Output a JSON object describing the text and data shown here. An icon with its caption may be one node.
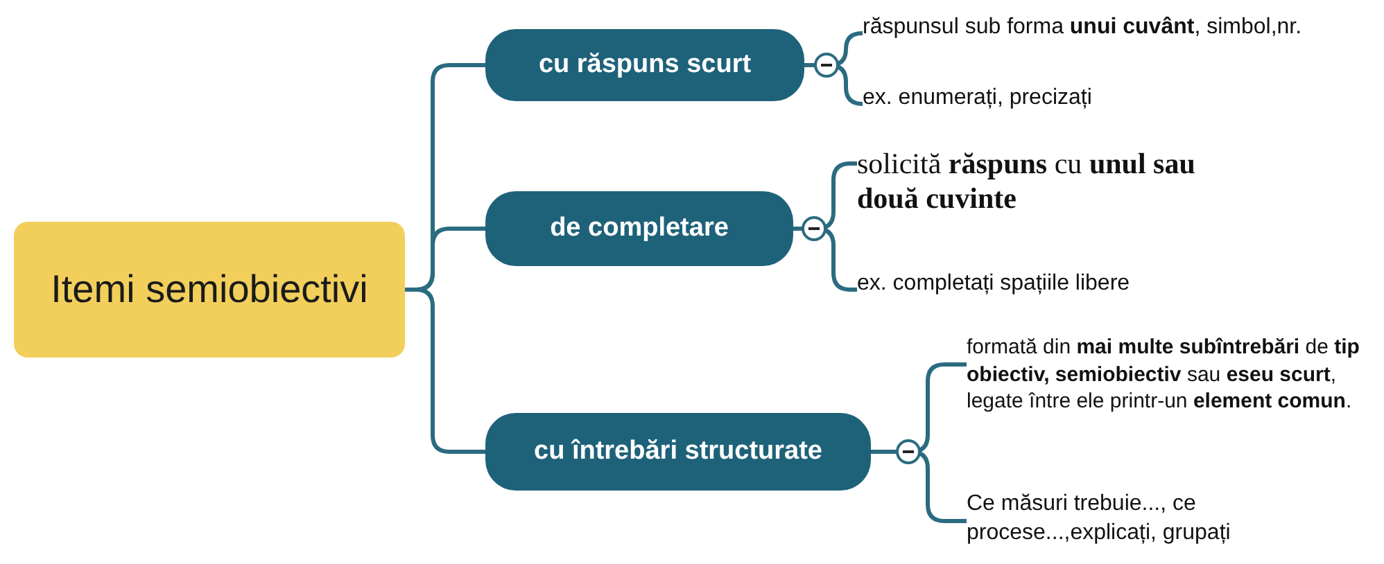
{
  "diagram": {
    "nodes": [
      {
        "text": [
          "Itemi semiobiectivi"
        ]
      },
      {
        "text": [
          "cu răspuns scurt"
        ]
      },
      {
        "text": [
          "de completare"
        ]
      },
      {
        "text": [
          "cu întrebări structurate"
        ]
      },
      {
        "text": [
          "răspunsul sub forma **unui cuvânt**, simbol,nr."
        ]
      },
      {
        "text": [
          "ex. enumerați, precizați"
        ]
      },
      {
        "text": [
          "solicită  **răspuns** cu **unul sau două cuvinte**"
        ]
      },
      {
        "text": [
          "ex. completați spațiile libere"
        ]
      },
      {
        "text": [
          "formată din **mai multe subîntrebări** de **tip obiectiv, semiobiectiv** sau **eseu scurt**, legate între ele printr-un **element comun**."
        ]
      },
      {
        "text": [
          "Ce măsuri trebuie..., ce procese...,explicați, grupați"
        ]
      }
    ],
    "edges": [
      {
        "from": 0,
        "to": 1,
        "arrow": "none"
      },
      {
        "from": 0,
        "to": 2,
        "arrow": "none"
      },
      {
        "from": 0,
        "to": 3,
        "arrow": "none"
      },
      {
        "from": 1,
        "to": 4,
        "arrow": "none"
      },
      {
        "from": 1,
        "to": 5,
        "arrow": "none"
      },
      {
        "from": 2,
        "to": 6,
        "arrow": "none"
      },
      {
        "from": 2,
        "to": 7,
        "arrow": "none"
      },
      {
        "from": 3,
        "to": 8,
        "arrow": "none"
      },
      {
        "from": 3,
        "to": 9,
        "arrow": "none"
      }
    ]
  }
}
